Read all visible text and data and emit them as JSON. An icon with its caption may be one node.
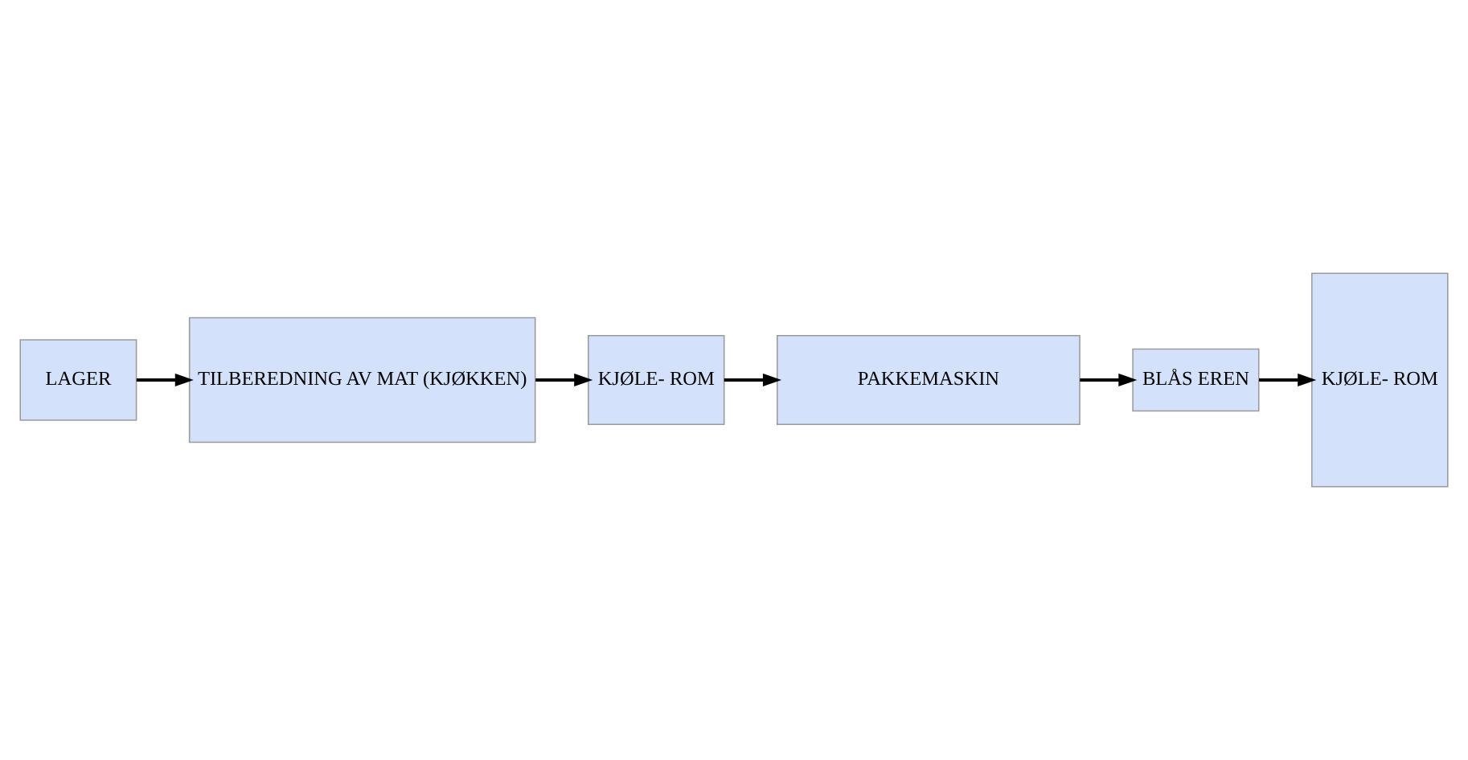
{
  "diagram": {
    "nodes": [
      {
        "text": [
          "LAGER"
        ]
      },
      {
        "text": [
          "TILBEREDNING AV MAT (KJØKKEN)"
        ]
      },
      {
        "text": [
          "BLÅS EREN"
        ]
      },
      {
        "text": [
          "KJØLE- ROM"
        ]
      },
      {
        "text": [
          "KJØLE- ROM"
        ]
      },
      {
        "text": [
          "PAKKEMASKIN"
        ]
      }
    ],
    "edges": [
      {
        "from": 0,
        "to": 1,
        "arrow": "to"
      },
      {
        "from": 1,
        "to": 4,
        "arrow": "to"
      },
      {
        "from": 4,
        "to": 5,
        "arrow": "to"
      },
      {
        "from": 5,
        "to": 2,
        "arrow": "to"
      },
      {
        "from": 2,
        "to": 3,
        "arrow": "to"
      }
    ]
  }
}
